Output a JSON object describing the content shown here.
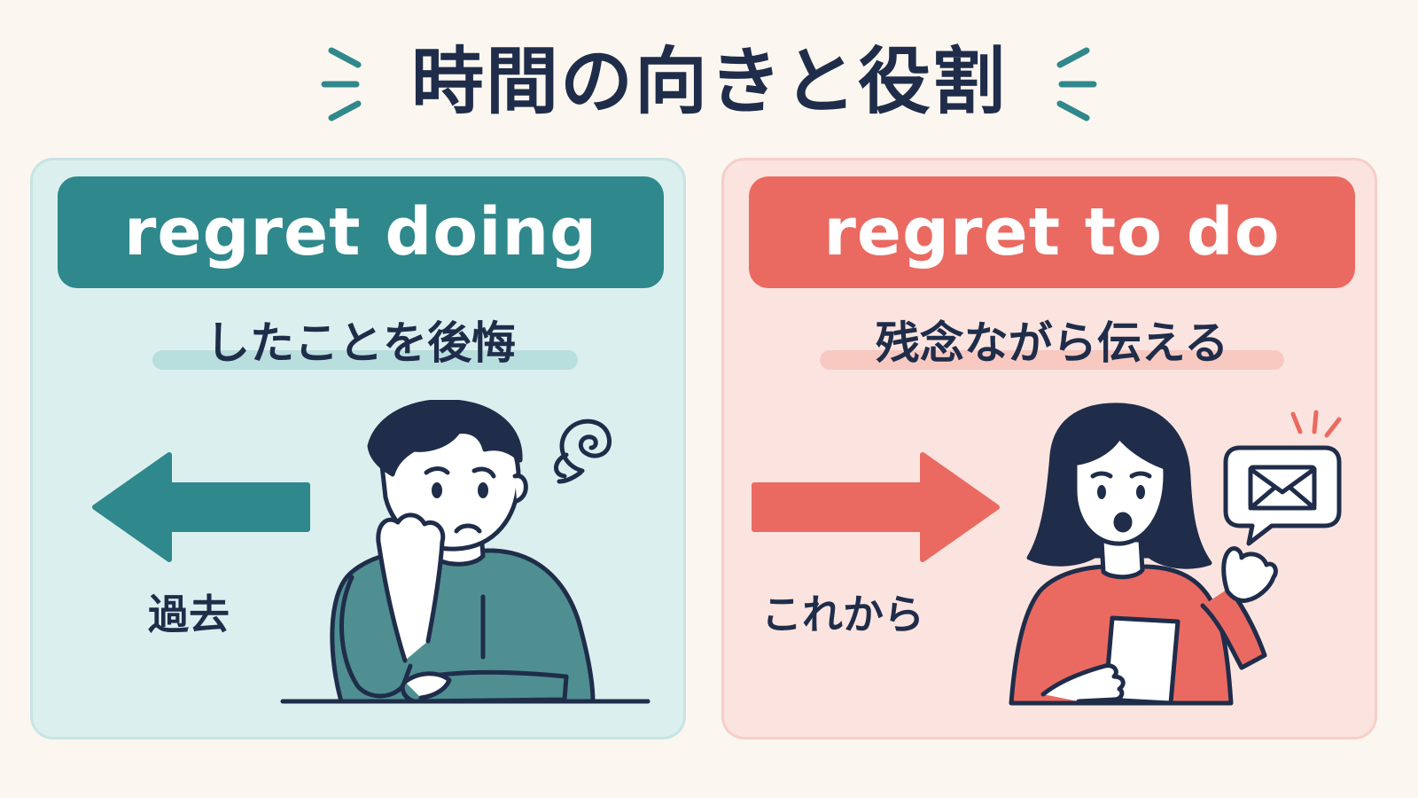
{
  "title": "時間の向きと役割",
  "left": {
    "heading": "regret doing",
    "meaning": "したことを後悔",
    "time_label": "過去",
    "accent": "#2f888c",
    "icons": [
      "arrow-left-icon",
      "worried-man-icon",
      "swirl-thought-icon"
    ]
  },
  "right": {
    "heading": "regret to do",
    "meaning": "残念ながら伝える",
    "time_label": "これから",
    "accent": "#ea6a61",
    "icons": [
      "arrow-right-icon",
      "speaking-woman-icon",
      "envelope-speech-icon"
    ]
  },
  "colors": {
    "background": "#fbf6ef",
    "text": "#1f2d4a",
    "teal": "#2f888c",
    "coral": "#ea6a61"
  }
}
